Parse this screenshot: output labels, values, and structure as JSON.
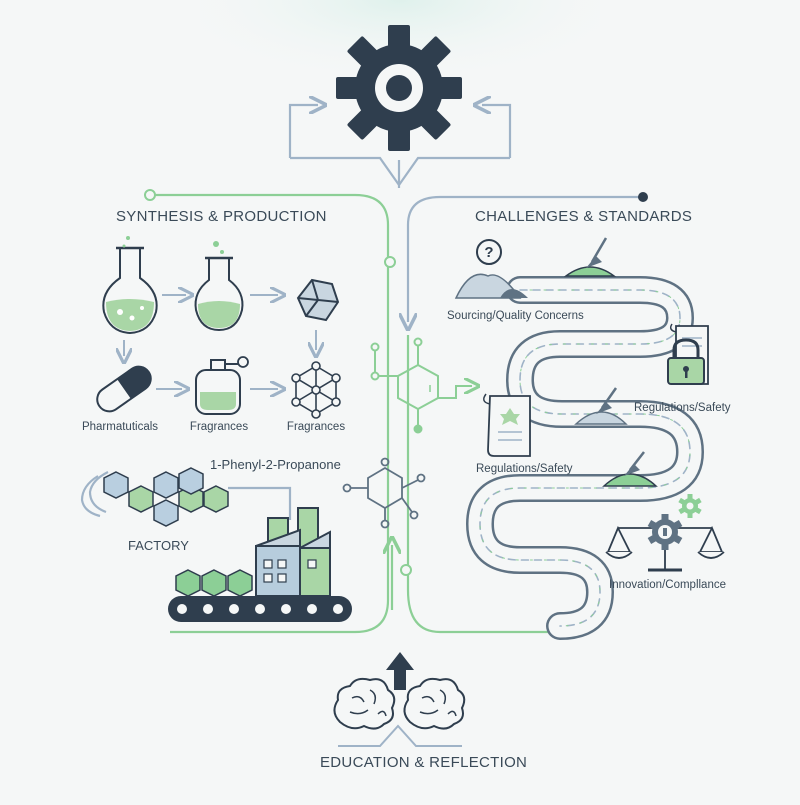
{
  "sections": {
    "synthesis": {
      "title": "SYNTHESIS & PRODUCTION"
    },
    "challenges": {
      "title": "CHALLENGES & STANDARDS"
    },
    "education": {
      "title": "EDUCATION & REFLECTION"
    }
  },
  "synthesis_labels": {
    "pharmaceuticals": "Pharmatuticals",
    "fragrances_1": "Fragrances",
    "fragrances_2": "Fragrances",
    "compound": "1-Phenyl-2-Propanone",
    "factory": "FACTORY"
  },
  "challenge_labels": {
    "sourcing": "Sourcing/Quality Concerns",
    "regulations_1": "Regulations/Safety",
    "regulations_2": "Regulations/Safety",
    "innovation": "Innovation/Compllance"
  },
  "icons": {
    "top": "gear-icon",
    "flask": "flask-icon",
    "capsule": "capsule-icon",
    "perfume": "perfume-bottle-icon",
    "molecule": "molecule-icon",
    "crystal": "crystal-icon",
    "factory": "factory-icon",
    "conveyor": "conveyor-belt-icon",
    "question": "question-mark-icon",
    "lock": "padlock-icon",
    "scroll": "document-scroll-icon",
    "scale": "balance-scale-icon",
    "brain": "brain-icon",
    "arrow_up": "arrow-up-icon"
  },
  "colors": {
    "navy": "#2f3e4e",
    "green": "#8ccf96",
    "green_fill": "#a9d6a6",
    "blue_line": "#9fb3c7",
    "slate": "#5f7283",
    "background": "#f5f7f7"
  }
}
